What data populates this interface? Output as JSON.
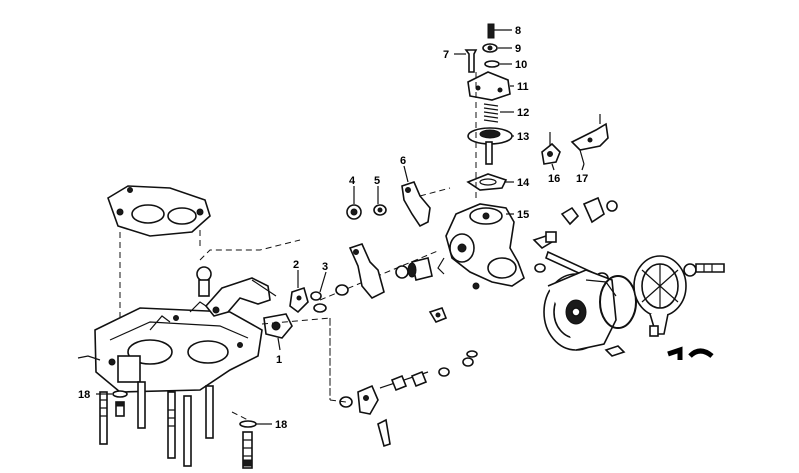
{
  "diagram": {
    "callouts": [
      {
        "id": "c1",
        "text": "1"
      },
      {
        "id": "c2",
        "text": "2"
      },
      {
        "id": "c3",
        "text": "3"
      },
      {
        "id": "c4",
        "text": "4"
      },
      {
        "id": "c5",
        "text": "5"
      },
      {
        "id": "c6",
        "text": "6"
      },
      {
        "id": "c7",
        "text": "7"
      },
      {
        "id": "c8",
        "text": "8"
      },
      {
        "id": "c9",
        "text": "9"
      },
      {
        "id": "c10",
        "text": "10"
      },
      {
        "id": "c11",
        "text": "11"
      },
      {
        "id": "c12",
        "text": "12"
      },
      {
        "id": "c13",
        "text": "13"
      },
      {
        "id": "c14",
        "text": "14"
      },
      {
        "id": "c15",
        "text": "15"
      },
      {
        "id": "c16",
        "text": "16"
      },
      {
        "id": "c17",
        "text": "17"
      },
      {
        "id": "c18a",
        "text": "18"
      },
      {
        "id": "c18b",
        "text": "18"
      }
    ],
    "ink_color": "#111111",
    "background": "#ffffff"
  }
}
